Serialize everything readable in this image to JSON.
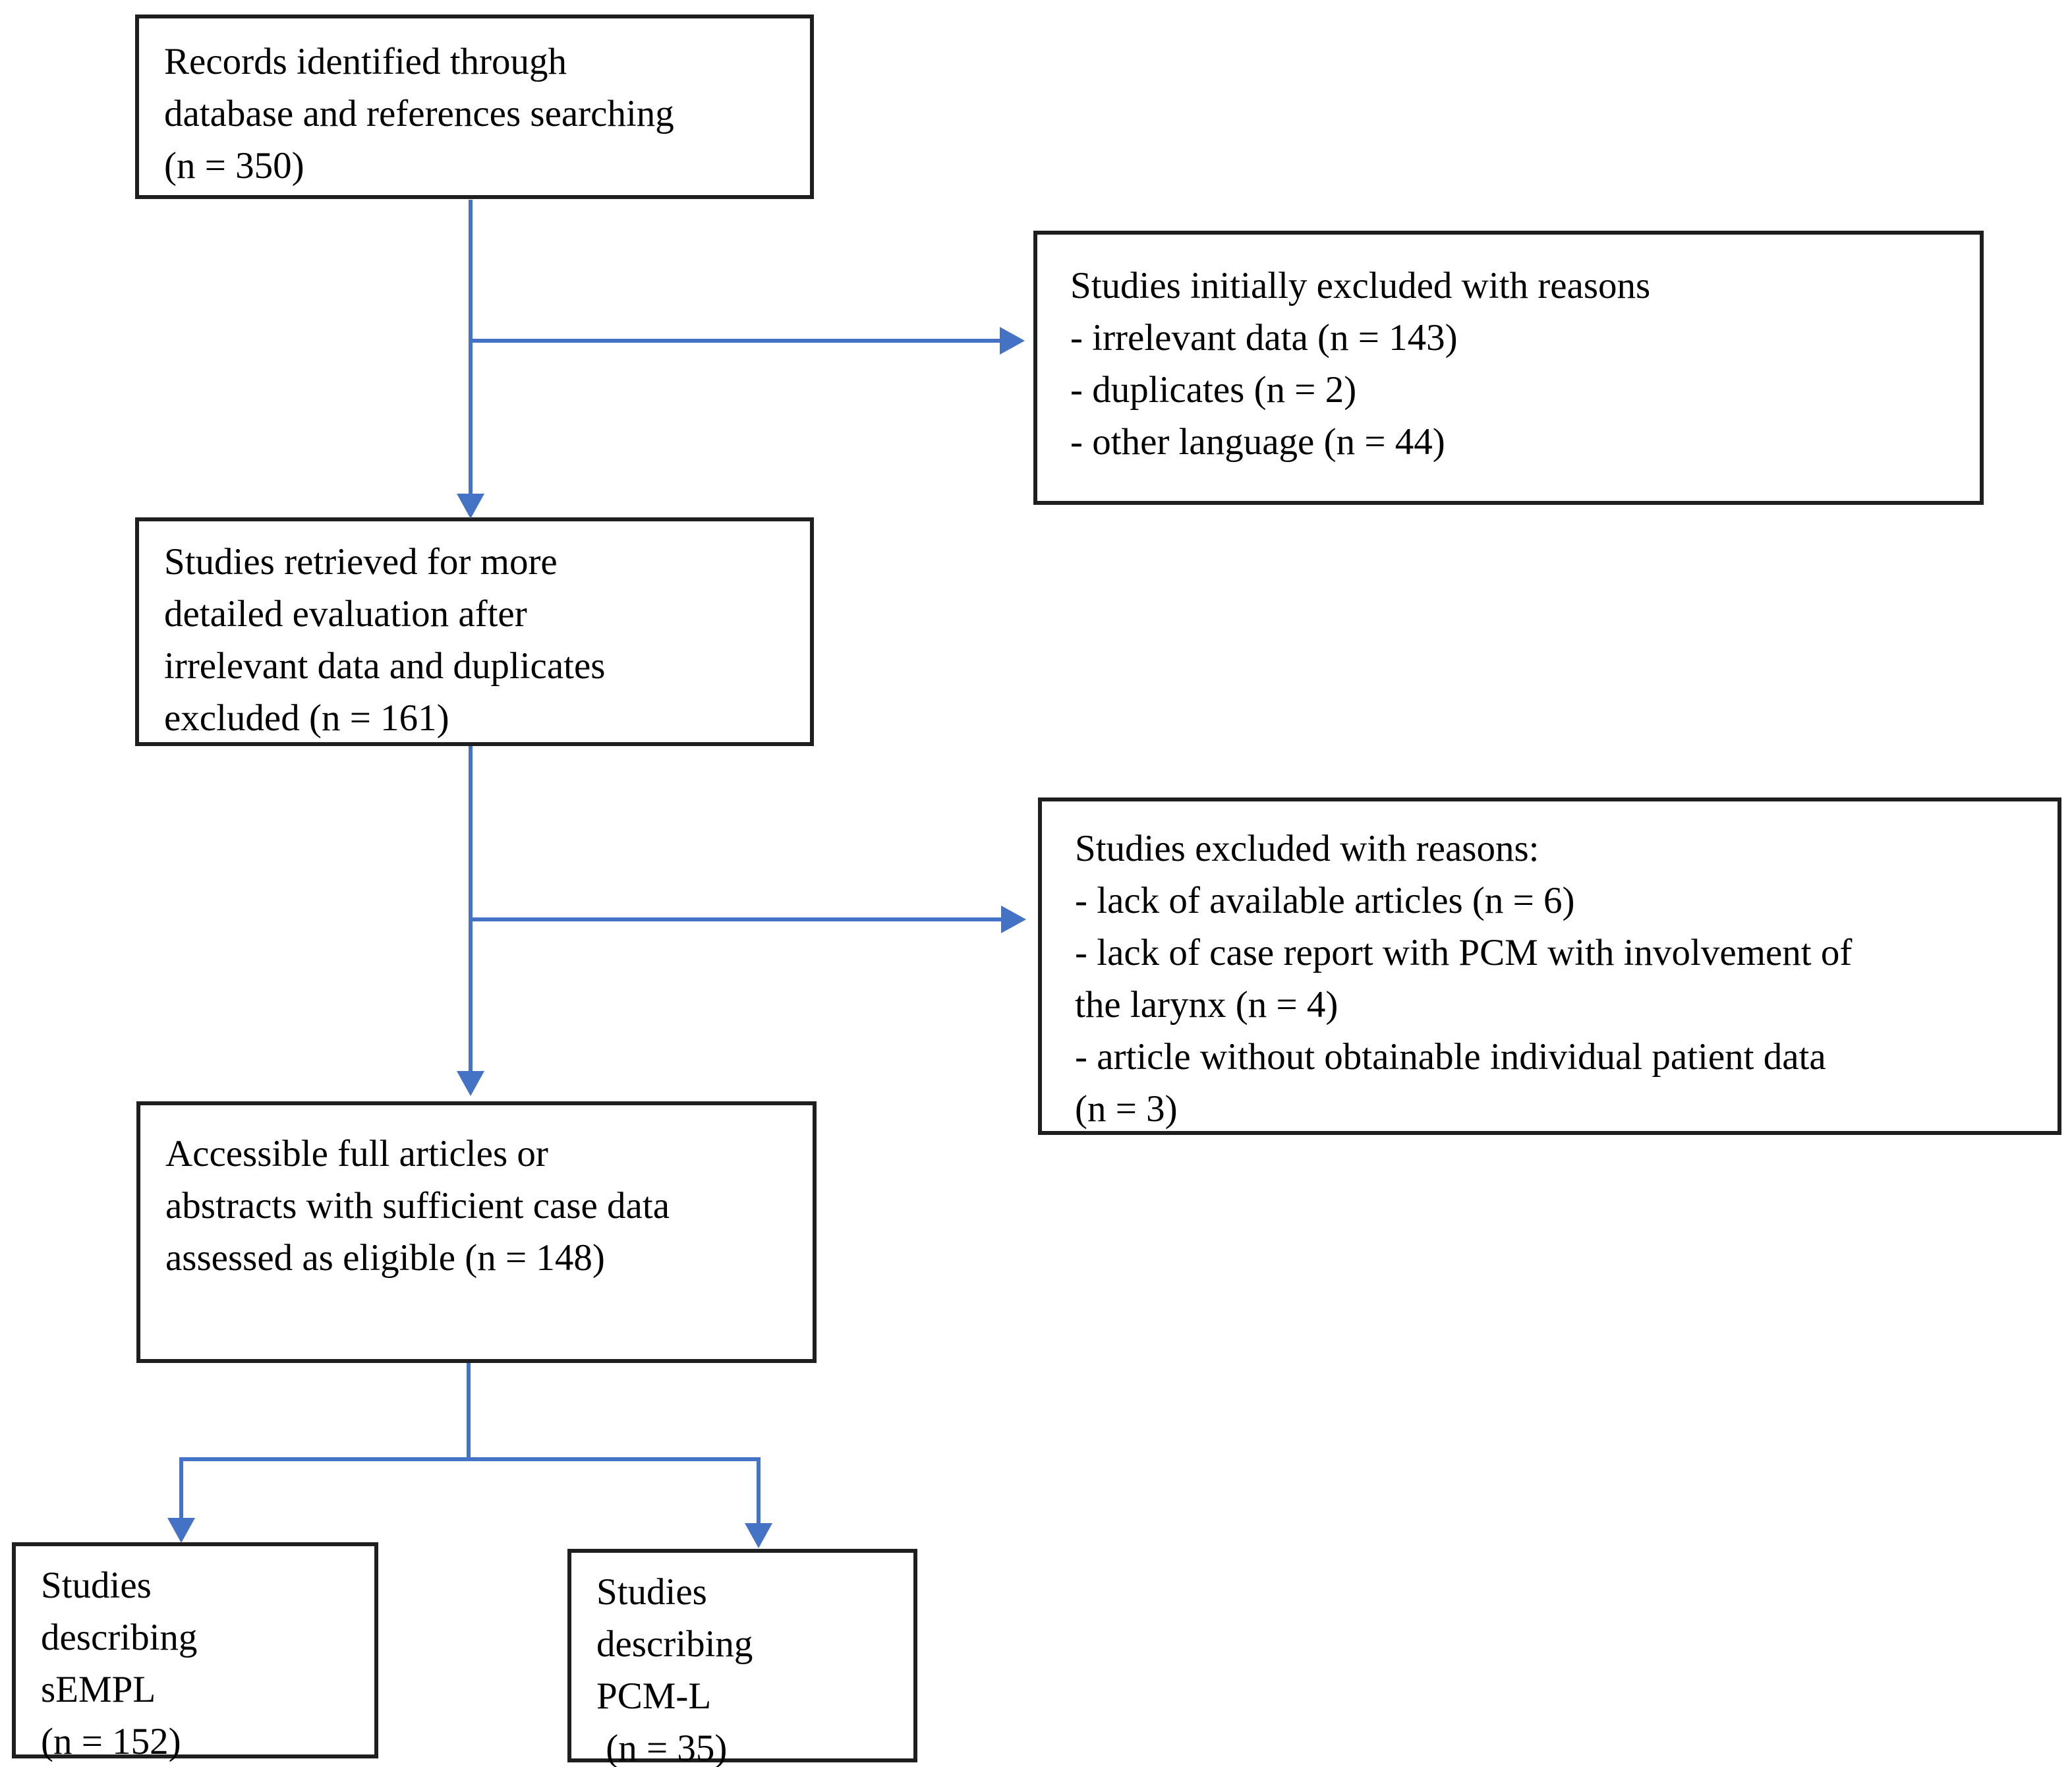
{
  "flowchart": {
    "title": "Study selection flow diagram",
    "colors": {
      "arrow": "#4472c4",
      "border": "#1f1f1f",
      "text": "#000000",
      "background": "#ffffff"
    },
    "boxes": {
      "records": {
        "lines": [
          "Records identified through",
          "database and references searching",
          "(n = 350)"
        ]
      },
      "excluded1": {
        "lines": [
          "Studies initially excluded with reasons",
          "- irrelevant data (n = 143)",
          "- duplicates (n = 2)",
          "- other language (n = 44)"
        ]
      },
      "retrieved": {
        "lines": [
          "Studies retrieved for more",
          "detailed evaluation after",
          "irrelevant data and duplicates",
          "excluded (n = 161)"
        ]
      },
      "excluded2": {
        "lines": [
          "Studies excluded with reasons:",
          "- lack of available articles (n = 6)",
          "- lack of case report with PCM with involvement of",
          "the larynx (n = 4)",
          "- article without obtainable individual patient data",
          "(n = 3)"
        ]
      },
      "eligible": {
        "lines": [
          "Accessible full articles or",
          "abstracts with sufficient case data",
          "assessed as eligible (n = 148)"
        ]
      },
      "sempl": {
        "lines": [
          "Studies",
          "describing",
          "sEMPL",
          "(n = 152)"
        ]
      },
      "pcml": {
        "lines": [
          "Studies",
          "describing",
          "PCM-L",
          " (n = 35)"
        ]
      }
    }
  }
}
